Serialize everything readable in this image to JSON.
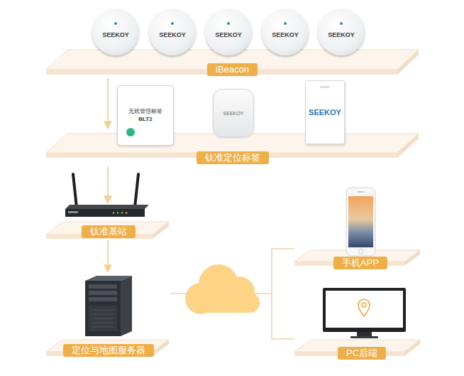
{
  "diagram": {
    "nodes": [
      {
        "text": [
          "iBeacon"
        ]
      },
      {
        "text": [
          "SEEKOY"
        ],
        "in": 0
      },
      {
        "text": [
          "SEEKOY"
        ],
        "in": 0
      },
      {
        "text": [
          "SEEKOY"
        ],
        "in": 0
      },
      {
        "text": [
          "SEEKOY"
        ],
        "in": 0
      },
      {
        "text": [
          "SEEKOY"
        ],
        "in": 0
      },
      {
        "text": [
          "钛准定位标签"
        ]
      },
      {
        "text": [
          "无线管理标签",
          "BLT2"
        ],
        "in": 6
      },
      {
        "text": [
          "SEEKOY"
        ],
        "in": 6
      },
      {
        "text": [
          "SEEKOY"
        ],
        "in": 6
      },
      {
        "text": [
          "钛准基站"
        ]
      },
      {
        "text": [
          "定位与地图服务器"
        ]
      },
      {
        "text": [
          "手机APP"
        ]
      },
      {
        "text": [
          "PC后端"
        ]
      }
    ],
    "edges": [
      {
        "from": 0,
        "to": 6,
        "arrow": "to"
      },
      {
        "from": 6,
        "to": 10,
        "arrow": "to"
      },
      {
        "from": 10,
        "to": 11,
        "arrow": "to"
      },
      {
        "from": 11,
        "to": 12,
        "arrow": "none"
      },
      {
        "from": 11,
        "to": 13,
        "arrow": "none"
      }
    ]
  }
}
